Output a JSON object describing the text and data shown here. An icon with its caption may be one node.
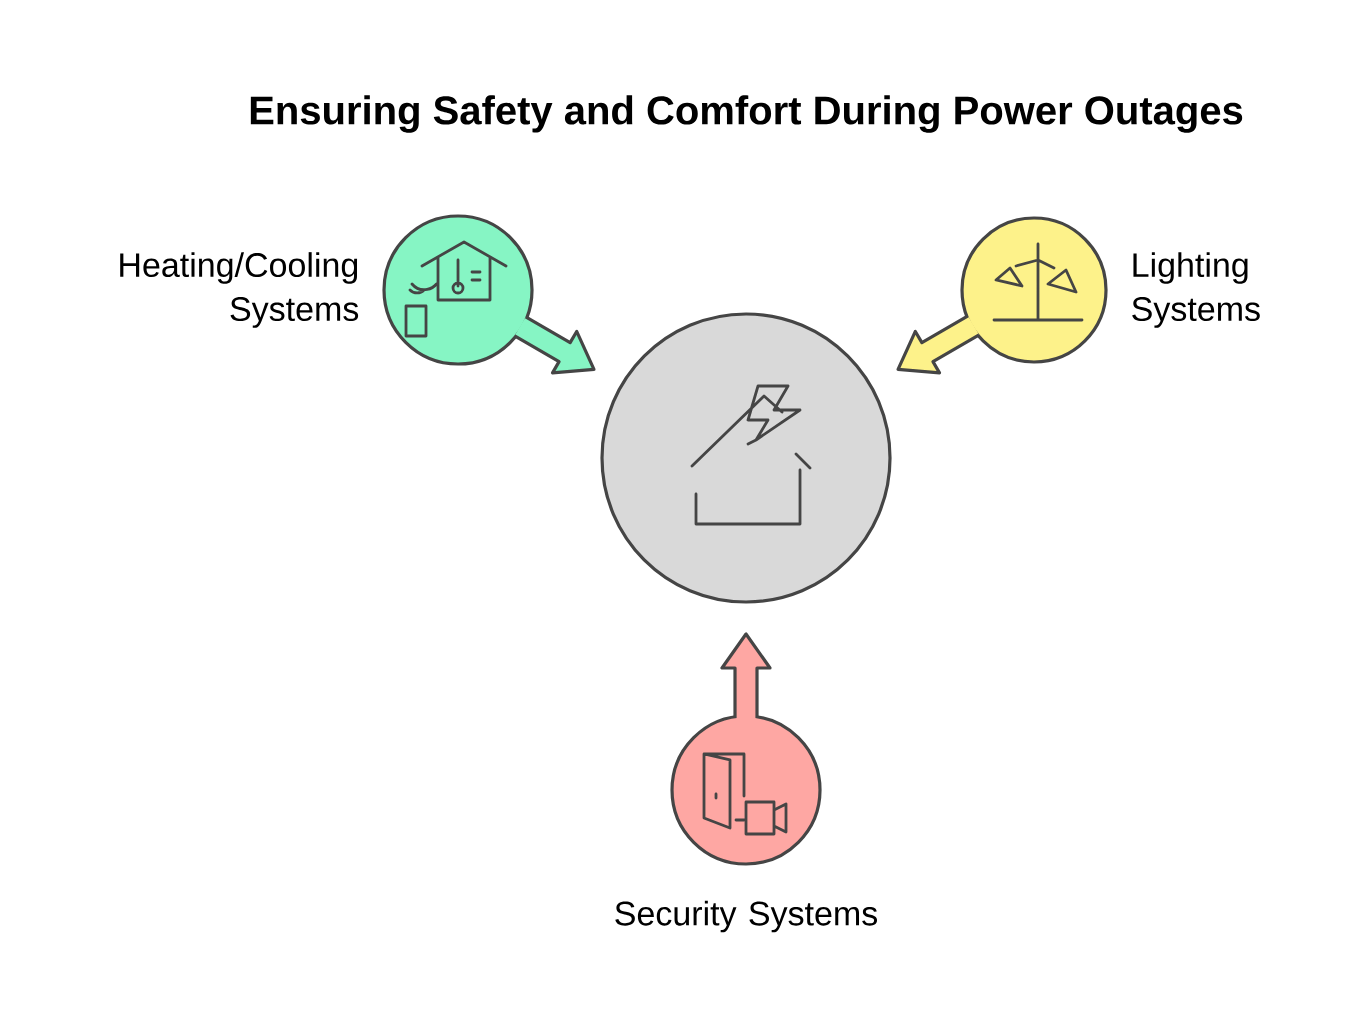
{
  "diagram": {
    "title": "Ensuring Safety and Comfort During Power Outages",
    "nodes": [
      {
        "text": [],
        "shape": "circle"
      },
      {
        "text": [
          "Heating/Cooling Systems"
        ]
      },
      {
        "text": [
          "Lighting Systems"
        ]
      },
      {
        "text": [
          "Security Systems"
        ]
      }
    ],
    "edges": [
      {
        "from": 1,
        "to": 0,
        "arrow": "to",
        "color": "#86f5c4"
      },
      {
        "from": 2,
        "to": 0,
        "arrow": "to",
        "color": "#fdf28a"
      },
      {
        "from": 3,
        "to": 0,
        "arrow": "to",
        "color": "#fea7a3"
      }
    ]
  }
}
